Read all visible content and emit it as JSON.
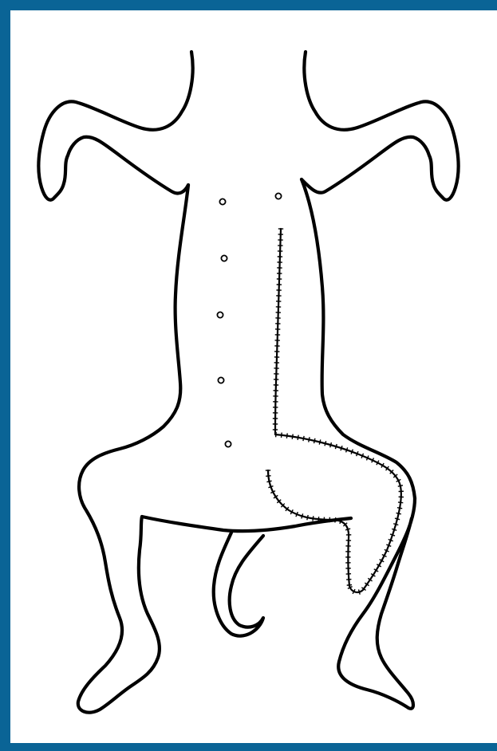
{
  "colors": {
    "border": "#0a6496",
    "outline": "#000000",
    "background": "#ffffff"
  },
  "figure": {
    "subject": "ventral-view-animal-outline",
    "port_sites": 6,
    "incisions": [
      "midline-to-flank-incision",
      "hindlimb-curved-incision"
    ]
  }
}
